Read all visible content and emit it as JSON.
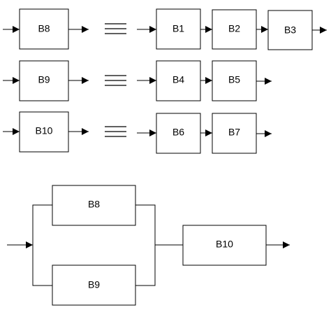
{
  "equivalences": [
    {
      "lhs": "B8",
      "rhs": [
        "B1",
        "B2",
        "B3"
      ]
    },
    {
      "lhs": "B9",
      "rhs": [
        "B4",
        "B5"
      ]
    },
    {
      "lhs": "B10",
      "rhs": [
        "B6",
        "B7"
      ]
    }
  ],
  "network": {
    "parallel": [
      "B8",
      "B9"
    ],
    "series": "B10"
  }
}
